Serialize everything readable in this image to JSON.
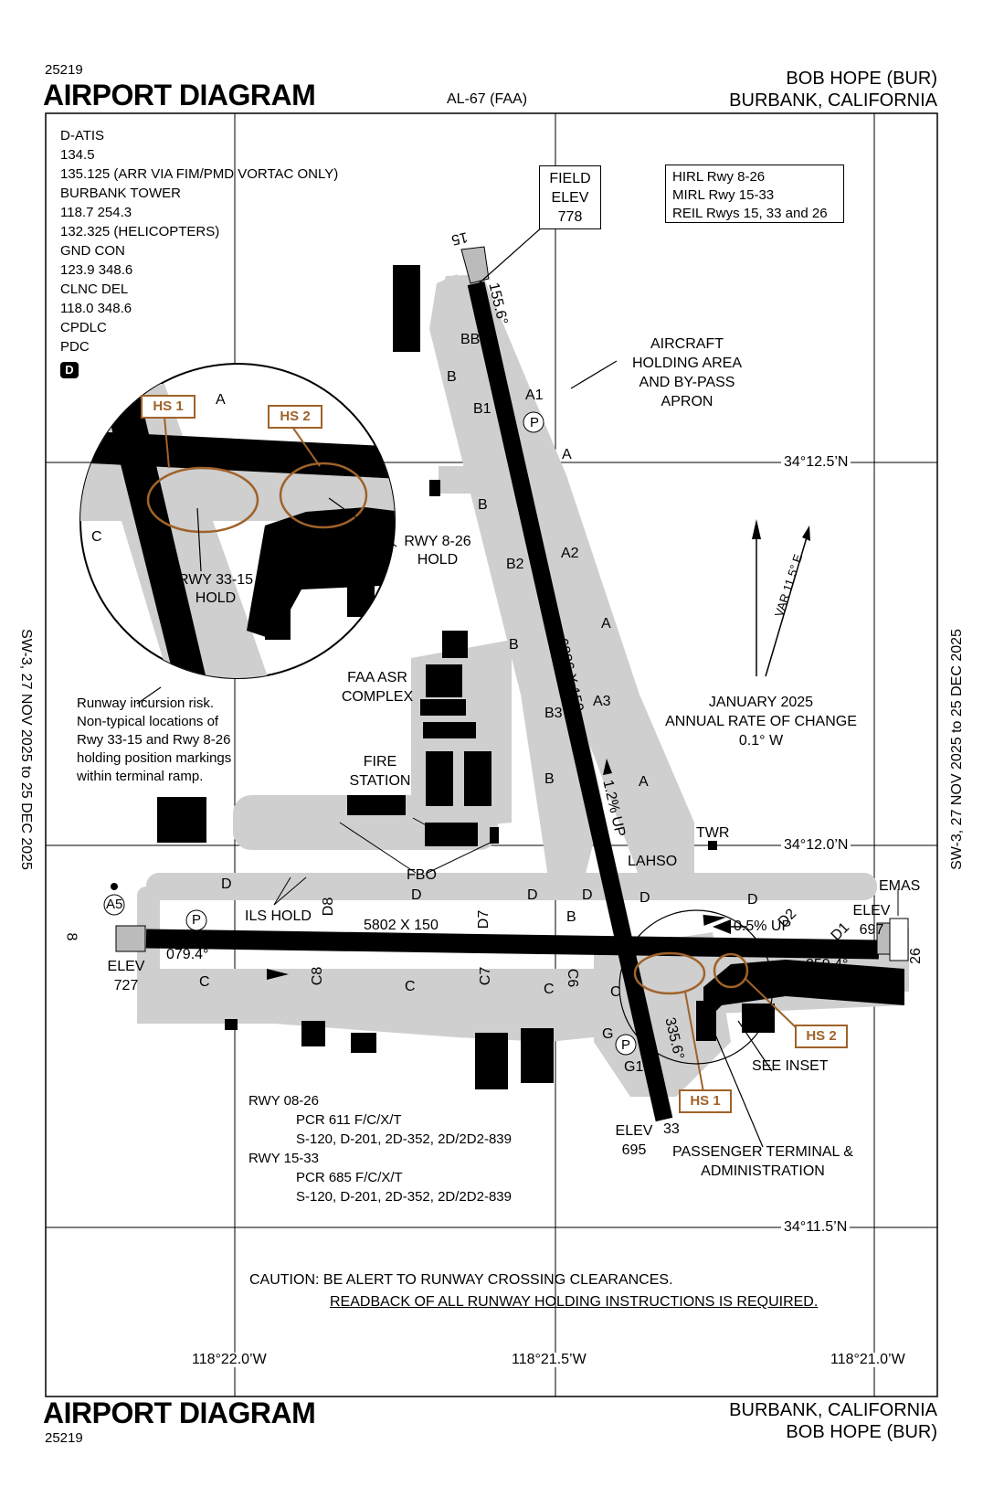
{
  "header": {
    "code": "25219",
    "title": "AIRPORT DIAGRAM",
    "chart_id": "AL-67 (FAA)",
    "airport": "BOB HOPE (BUR)",
    "location": "BURBANK, CALIFORNIA"
  },
  "footer": {
    "title": "AIRPORT DIAGRAM",
    "code": "25219",
    "location": "BURBANK, CALIFORNIA",
    "airport": "BOB HOPE (BUR)"
  },
  "side_dates": {
    "left": "SW-3, 27 NOV 2025 to 25 DEC 2025",
    "right": "SW-3, 27 NOV 2025 to 25 DEC 2025"
  },
  "frequencies": [
    "D-ATIS",
    "134.5",
    "135.125 (ARR VIA FIM/PMD VORTAC ONLY)",
    "BURBANK TOWER",
    "118.7  254.3",
    "132.325 (HELICOPTERS)",
    "GND CON",
    "123.9  348.6",
    "CLNC DEL",
    "118.0  348.6",
    "CPDLC",
    "PDC"
  ],
  "d_badge": "D",
  "field_elev": {
    "line1": "FIELD",
    "line2": "ELEV",
    "value": "778"
  },
  "lighting": [
    "HIRL Rwy 8-26",
    "MIRL Rwy 15-33",
    "REIL Rwys 15, 33 and 26"
  ],
  "latitudes": [
    "34°12.5’N",
    "34°12.0’N",
    "34°11.5’N"
  ],
  "longitudes": [
    "118°22.0’W",
    "118°21.5’W",
    "118°21.0’W"
  ],
  "magvar": {
    "var": "VAR 11.5° E",
    "title": "JANUARY 2025",
    "line2": "ANNUAL RATE OF CHANGE",
    "line3": "0.1° W"
  },
  "labels": {
    "holding_area": [
      "AIRCRAFT",
      "HOLDING AREA",
      "AND BY-PASS",
      "APRON"
    ],
    "rwy826_hold": [
      "RWY 8-26",
      "HOLD"
    ],
    "rwy3315_hold": [
      "RWY 33-15",
      "HOLD"
    ],
    "incursion": [
      "Runway incursion risk.",
      "Non-typical locations of",
      "Rwy 33-15 and Rwy 8-26",
      "holding position markings",
      "within terminal ramp."
    ],
    "faa_asr": [
      "FAA ASR",
      "COMPLEX"
    ],
    "fire": [
      "FIRE",
      "STATION"
    ],
    "fbo": "FBO",
    "ils_hold": "ILS HOLD",
    "tower": "TWR",
    "lahso": "LAHSO",
    "emas": "EMAS",
    "see_inset": "SEE INSET",
    "terminal": [
      "PASSENGER TERMINAL &",
      "ADMINISTRATION"
    ],
    "rwy_826_dims": "5802 X 150",
    "rwy_1533_dims": "6886 X 150",
    "slope_826": "0.5% UP",
    "slope_1533": "1.2% UP",
    "hdg_15": "155.6°",
    "hdg_33": "335.6°",
    "hdg_08": "079.4°",
    "hdg_26": "259.4°",
    "rwy_15": "15",
    "rwy_33": "33",
    "rwy_8": "8",
    "rwy_26": "26",
    "elev_label": "ELEV",
    "elev_08": "727",
    "elev_26": "697",
    "elev_33": "695"
  },
  "taxiways": {
    "A": "A",
    "A1": "A1",
    "A2": "A2",
    "A3": "A3",
    "A5": "A5",
    "B": "B",
    "B1": "B1",
    "B2": "B2",
    "B3": "B3",
    "BB": "BB",
    "C": "C",
    "C6": "C6",
    "C7": "C7",
    "C8": "C8",
    "D": "D",
    "D1": "D1",
    "D2": "D2",
    "D7": "D7",
    "D8": "D8",
    "G": "G",
    "G1": "G1",
    "P": "P"
  },
  "hotspots": {
    "hs1": "HS 1",
    "hs2": "HS 2"
  },
  "pcr": [
    "RWY 08-26",
    "PCR 611 F/C/X/T",
    "S-120, D-201, 2D-352, 2D/2D2-839",
    "RWY 15-33",
    "PCR 685 F/C/X/T",
    "S-120, D-201, 2D-352, 2D/2D2-839"
  ],
  "caution": {
    "line1": "CAUTION: BE ALERT TO RUNWAY CROSSING CLEARANCES.",
    "line2": "READBACK OF ALL RUNWAY HOLDING INSTRUCTIONS IS REQUIRED."
  },
  "colors": {
    "taxiway": "#cfcfcf",
    "runway": "#000000",
    "hotspot": "#a0622a"
  }
}
